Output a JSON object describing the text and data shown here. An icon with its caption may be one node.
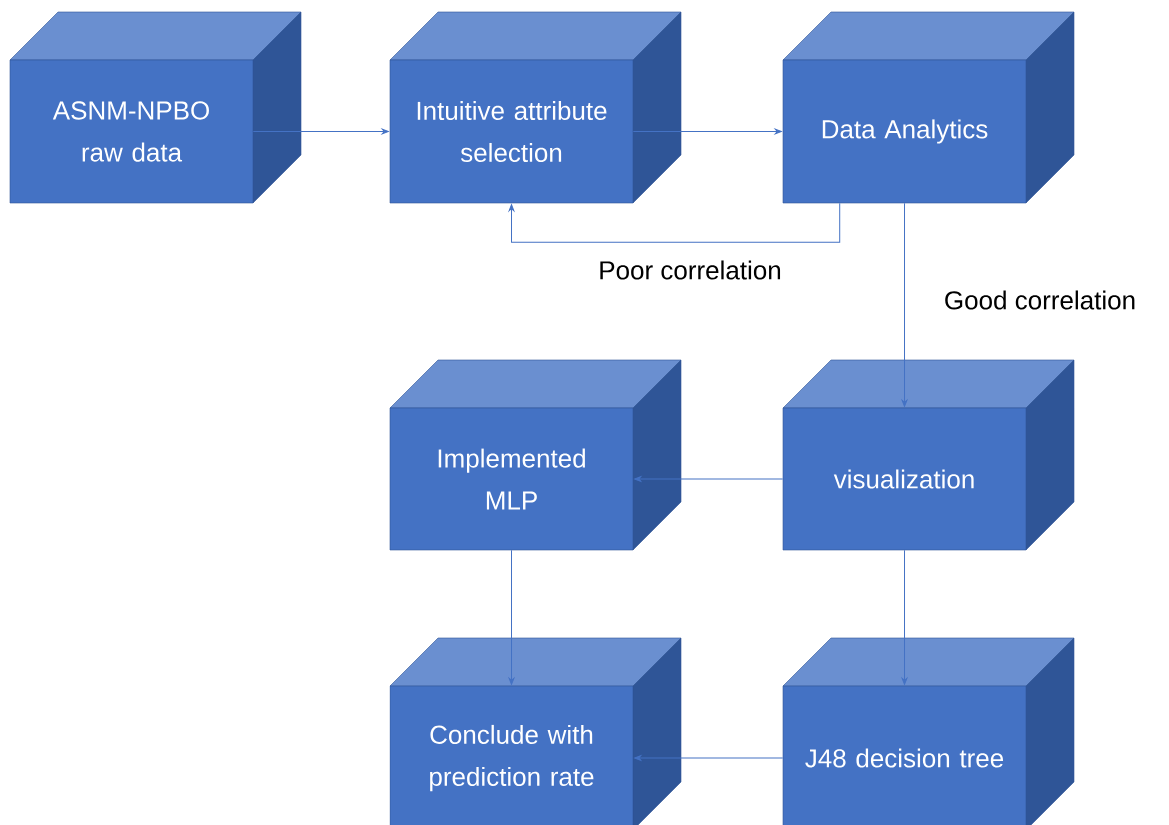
{
  "diagram": {
    "nodes": [
      {
        "text": [
          "ASNM-NPBO raw data"
        ]
      },
      {
        "text": [
          "Intuitive attribute selection"
        ]
      },
      {
        "text": [
          "Data Analytics"
        ]
      },
      {
        "text": [
          "Implemented MLP"
        ]
      },
      {
        "text": [
          "visualization"
        ]
      },
      {
        "text": [
          "Conclude with prediction rate"
        ]
      },
      {
        "text": [
          "J48 decision tree"
        ]
      }
    ],
    "edges": [
      {
        "from": 0,
        "to": 1,
        "arrow": "to"
      },
      {
        "from": 1,
        "to": 2,
        "arrow": "to"
      },
      {
        "from": 2,
        "to": 1,
        "arrow": "to",
        "label": "Poor correlation"
      },
      {
        "from": 2,
        "to": 4,
        "arrow": "to",
        "label": "Good correlation"
      },
      {
        "from": 4,
        "to": 3,
        "arrow": "to"
      },
      {
        "from": 3,
        "to": 5,
        "arrow": "to"
      },
      {
        "from": 4,
        "to": 6,
        "arrow": "to"
      },
      {
        "from": 6,
        "to": 5,
        "arrow": "to"
      }
    ]
  }
}
